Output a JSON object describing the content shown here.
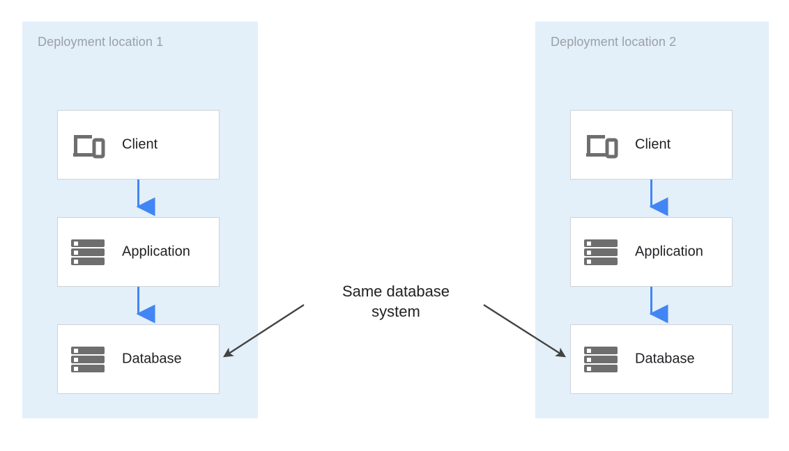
{
  "colors": {
    "zone_background": "#e3eff9",
    "zone_label_text": "#9aa0a6",
    "node_background": "#ffffff",
    "node_border": "#cfd3d6",
    "node_label_text": "#202124",
    "flow_arrow": "#4285f4",
    "annotation_arrow": "#434343",
    "icon_gray": "#6e6e6e",
    "page_background": "#ffffff"
  },
  "zones": [
    {
      "id": "deployment-location-1",
      "label": "Deployment location 1",
      "nodes": [
        {
          "id": "client",
          "label": "Client",
          "icon": "devices-icon"
        },
        {
          "id": "application",
          "label": "Application",
          "icon": "server-icon"
        },
        {
          "id": "database",
          "label": "Database",
          "icon": "server-icon"
        }
      ],
      "flows": [
        {
          "from": "client",
          "to": "application",
          "direction": "down"
        },
        {
          "from": "application",
          "to": "database",
          "direction": "down"
        }
      ]
    },
    {
      "id": "deployment-location-2",
      "label": "Deployment location 2",
      "nodes": [
        {
          "id": "client",
          "label": "Client",
          "icon": "devices-icon"
        },
        {
          "id": "application",
          "label": "Application",
          "icon": "server-icon"
        },
        {
          "id": "database",
          "label": "Database",
          "icon": "server-icon"
        }
      ],
      "flows": [
        {
          "from": "client",
          "to": "application",
          "direction": "down"
        },
        {
          "from": "application",
          "to": "database",
          "direction": "down"
        }
      ]
    }
  ],
  "annotation": {
    "line1": "Same database",
    "line2": "system",
    "points_to": [
      "deployment-location-1.database",
      "deployment-location-2.database"
    ]
  }
}
